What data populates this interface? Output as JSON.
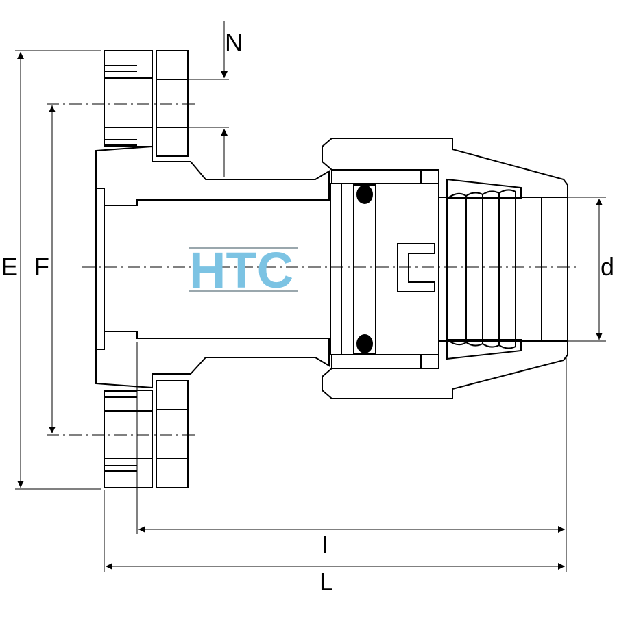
{
  "drawing": {
    "logo": {
      "text": "HTC",
      "color": "#7cc3e3"
    },
    "dimensions": {
      "E": "E",
      "F": "F",
      "N": "N",
      "d": "d",
      "l": "l",
      "L": "L"
    }
  }
}
